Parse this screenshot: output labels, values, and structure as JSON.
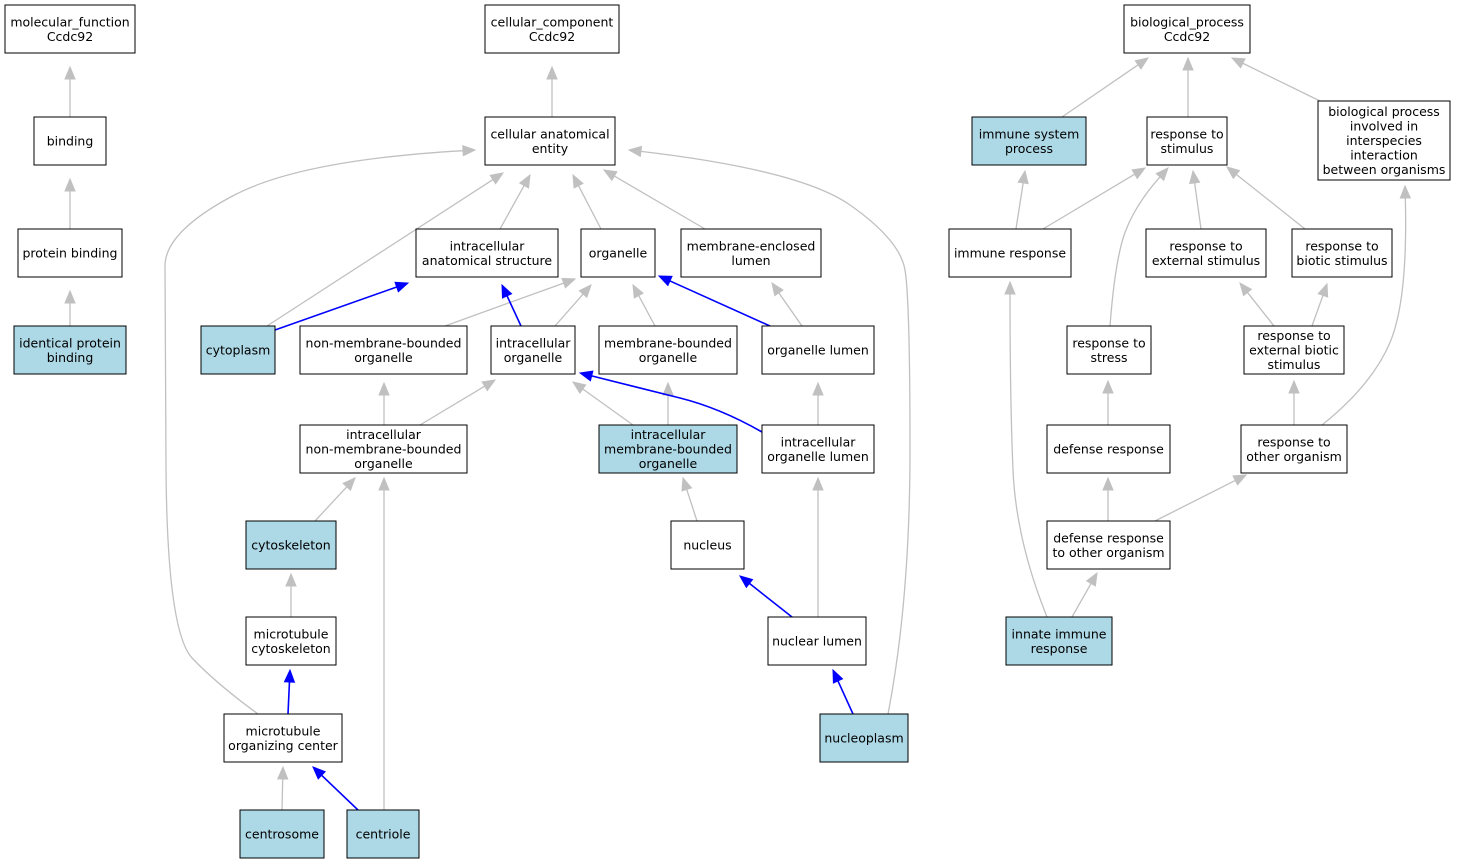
{
  "colors": {
    "highlight_fill": "#add8e6",
    "plain_fill": "#ffffff",
    "border": "#000000",
    "gray_edge": "#c0c0c0",
    "blue_edge": "#0000ff"
  },
  "nodes": {
    "mf_root": {
      "lines": [
        "molecular_function",
        "Ccdc92"
      ],
      "highlight": false
    },
    "binding": {
      "lines": [
        "binding"
      ],
      "highlight": false
    },
    "protein_binding": {
      "lines": [
        "protein binding"
      ],
      "highlight": false
    },
    "identical_protein_binding": {
      "lines": [
        "identical protein",
        "binding"
      ],
      "highlight": true
    },
    "cc_root": {
      "lines": [
        "cellular_component",
        "Ccdc92"
      ],
      "highlight": false
    },
    "cellular_anatomical_entity": {
      "lines": [
        "cellular anatomical",
        "entity"
      ],
      "highlight": false
    },
    "intracellular_anatomical_structure": {
      "lines": [
        "intracellular",
        "anatomical structure"
      ],
      "highlight": false
    },
    "organelle": {
      "lines": [
        "organelle"
      ],
      "highlight": false
    },
    "membrane_enclosed_lumen": {
      "lines": [
        "membrane-enclosed",
        "lumen"
      ],
      "highlight": false
    },
    "cytoplasm": {
      "lines": [
        "cytoplasm"
      ],
      "highlight": true
    },
    "non_membrane_bounded_organelle": {
      "lines": [
        "non-membrane-bounded",
        "organelle"
      ],
      "highlight": false
    },
    "intracellular_organelle": {
      "lines": [
        "intracellular",
        "organelle"
      ],
      "highlight": false
    },
    "membrane_bounded_organelle": {
      "lines": [
        "membrane-bounded",
        "organelle"
      ],
      "highlight": false
    },
    "organelle_lumen": {
      "lines": [
        "organelle lumen"
      ],
      "highlight": false
    },
    "intracellular_nmb_organelle": {
      "lines": [
        "intracellular",
        "non-membrane-bounded",
        "organelle"
      ],
      "highlight": false
    },
    "intracellular_mb_organelle": {
      "lines": [
        "intracellular",
        "membrane-bounded",
        "organelle"
      ],
      "highlight": true
    },
    "intracellular_organelle_lumen": {
      "lines": [
        "intracellular",
        "organelle lumen"
      ],
      "highlight": false
    },
    "cytoskeleton": {
      "lines": [
        "cytoskeleton"
      ],
      "highlight": true
    },
    "nucleus": {
      "lines": [
        "nucleus"
      ],
      "highlight": false
    },
    "microtubule_cytoskeleton": {
      "lines": [
        "microtubule",
        "cytoskeleton"
      ],
      "highlight": false
    },
    "nuclear_lumen": {
      "lines": [
        "nuclear lumen"
      ],
      "highlight": false
    },
    "microtubule_organizing_center": {
      "lines": [
        "microtubule",
        "organizing center"
      ],
      "highlight": false
    },
    "nucleoplasm": {
      "lines": [
        "nucleoplasm"
      ],
      "highlight": true
    },
    "centrosome": {
      "lines": [
        "centrosome"
      ],
      "highlight": true
    },
    "centriole": {
      "lines": [
        "centriole"
      ],
      "highlight": true
    },
    "bp_root": {
      "lines": [
        "biological_process",
        "Ccdc92"
      ],
      "highlight": false
    },
    "immune_system_process": {
      "lines": [
        "immune system",
        "process"
      ],
      "highlight": true
    },
    "response_to_stimulus": {
      "lines": [
        "response to",
        "stimulus"
      ],
      "highlight": false
    },
    "bp_interspecies": {
      "lines": [
        "biological process",
        "involved in",
        "interspecies",
        "interaction",
        "between organisms"
      ],
      "highlight": false
    },
    "immune_response": {
      "lines": [
        "immune response"
      ],
      "highlight": false
    },
    "response_to_external_stimulus": {
      "lines": [
        "response to",
        "external stimulus"
      ],
      "highlight": false
    },
    "response_to_biotic_stimulus": {
      "lines": [
        "response to",
        "biotic stimulus"
      ],
      "highlight": false
    },
    "response_to_stress": {
      "lines": [
        "response to",
        "stress"
      ],
      "highlight": false
    },
    "response_to_external_biotic_stimulus": {
      "lines": [
        "response to",
        "external biotic",
        "stimulus"
      ],
      "highlight": false
    },
    "defense_response": {
      "lines": [
        "defense response"
      ],
      "highlight": false
    },
    "response_to_other_organism": {
      "lines": [
        "response to",
        "other organism"
      ],
      "highlight": false
    },
    "defense_response_to_other_organism": {
      "lines": [
        "defense response",
        "to other organism"
      ],
      "highlight": false
    },
    "innate_immune_response": {
      "lines": [
        "innate immune",
        "response"
      ],
      "highlight": true
    }
  },
  "edges": [
    {
      "from": "binding",
      "to": "mf_root",
      "relation": "is_a"
    },
    {
      "from": "protein_binding",
      "to": "binding",
      "relation": "is_a"
    },
    {
      "from": "identical_protein_binding",
      "to": "protein_binding",
      "relation": "is_a"
    },
    {
      "from": "cellular_anatomical_entity",
      "to": "cc_root",
      "relation": "is_a"
    },
    {
      "from": "intracellular_anatomical_structure",
      "to": "cellular_anatomical_entity",
      "relation": "is_a"
    },
    {
      "from": "organelle",
      "to": "cellular_anatomical_entity",
      "relation": "is_a"
    },
    {
      "from": "membrane_enclosed_lumen",
      "to": "cellular_anatomical_entity",
      "relation": "is_a"
    },
    {
      "from": "cytoplasm",
      "to": "cellular_anatomical_entity",
      "relation": "is_a"
    },
    {
      "from": "cytoplasm",
      "to": "intracellular_anatomical_structure",
      "relation": "part_of"
    },
    {
      "from": "microtubule_organizing_center",
      "to": "cellular_anatomical_entity",
      "relation": "is_a"
    },
    {
      "from": "nucleoplasm",
      "to": "cellular_anatomical_entity",
      "relation": "is_a"
    },
    {
      "from": "non_membrane_bounded_organelle",
      "to": "organelle",
      "relation": "is_a"
    },
    {
      "from": "intracellular_organelle",
      "to": "organelle",
      "relation": "is_a"
    },
    {
      "from": "intracellular_organelle",
      "to": "intracellular_anatomical_structure",
      "relation": "part_of"
    },
    {
      "from": "membrane_bounded_organelle",
      "to": "organelle",
      "relation": "is_a"
    },
    {
      "from": "organelle_lumen",
      "to": "organelle",
      "relation": "part_of"
    },
    {
      "from": "organelle_lumen",
      "to": "membrane_enclosed_lumen",
      "relation": "is_a"
    },
    {
      "from": "intracellular_nmb_organelle",
      "to": "non_membrane_bounded_organelle",
      "relation": "is_a"
    },
    {
      "from": "intracellular_nmb_organelle",
      "to": "intracellular_organelle",
      "relation": "is_a"
    },
    {
      "from": "intracellular_mb_organelle",
      "to": "intracellular_organelle",
      "relation": "is_a"
    },
    {
      "from": "intracellular_mb_organelle",
      "to": "membrane_bounded_organelle",
      "relation": "is_a"
    },
    {
      "from": "intracellular_organelle_lumen",
      "to": "intracellular_organelle",
      "relation": "part_of"
    },
    {
      "from": "intracellular_organelle_lumen",
      "to": "organelle_lumen",
      "relation": "is_a"
    },
    {
      "from": "cytoskeleton",
      "to": "intracellular_nmb_organelle",
      "relation": "is_a"
    },
    {
      "from": "centriole",
      "to": "intracellular_nmb_organelle",
      "relation": "is_a"
    },
    {
      "from": "nucleus",
      "to": "intracellular_mb_organelle",
      "relation": "is_a"
    },
    {
      "from": "microtubule_cytoskeleton",
      "to": "cytoskeleton",
      "relation": "is_a"
    },
    {
      "from": "nuclear_lumen",
      "to": "nucleus",
      "relation": "part_of"
    },
    {
      "from": "nuclear_lumen",
      "to": "intracellular_organelle_lumen",
      "relation": "is_a"
    },
    {
      "from": "microtubule_organizing_center",
      "to": "microtubule_cytoskeleton",
      "relation": "part_of"
    },
    {
      "from": "nucleoplasm",
      "to": "nuclear_lumen",
      "relation": "part_of"
    },
    {
      "from": "centrosome",
      "to": "microtubule_organizing_center",
      "relation": "is_a"
    },
    {
      "from": "centriole",
      "to": "microtubule_organizing_center",
      "relation": "part_of"
    },
    {
      "from": "immune_system_process",
      "to": "bp_root",
      "relation": "is_a"
    },
    {
      "from": "response_to_stimulus",
      "to": "bp_root",
      "relation": "is_a"
    },
    {
      "from": "bp_interspecies",
      "to": "bp_root",
      "relation": "is_a"
    },
    {
      "from": "immune_response",
      "to": "immune_system_process",
      "relation": "is_a"
    },
    {
      "from": "immune_response",
      "to": "response_to_stimulus",
      "relation": "is_a"
    },
    {
      "from": "response_to_external_stimulus",
      "to": "response_to_stimulus",
      "relation": "is_a"
    },
    {
      "from": "response_to_biotic_stimulus",
      "to": "response_to_stimulus",
      "relation": "is_a"
    },
    {
      "from": "response_to_stress",
      "to": "response_to_stimulus",
      "relation": "is_a"
    },
    {
      "from": "response_to_external_biotic_stimulus",
      "to": "response_to_external_stimulus",
      "relation": "is_a"
    },
    {
      "from": "response_to_external_biotic_stimulus",
      "to": "response_to_biotic_stimulus",
      "relation": "is_a"
    },
    {
      "from": "response_to_other_organism",
      "to": "response_to_external_biotic_stimulus",
      "relation": "is_a"
    },
    {
      "from": "response_to_other_organism",
      "to": "bp_interspecies",
      "relation": "is_a"
    },
    {
      "from": "defense_response",
      "to": "response_to_stress",
      "relation": "is_a"
    },
    {
      "from": "defense_response_to_other_organism",
      "to": "defense_response",
      "relation": "is_a"
    },
    {
      "from": "defense_response_to_other_organism",
      "to": "response_to_other_organism",
      "relation": "is_a"
    },
    {
      "from": "innate_immune_response",
      "to": "defense_response_to_other_organism",
      "relation": "is_a"
    },
    {
      "from": "innate_immune_response",
      "to": "immune_response",
      "relation": "is_a"
    }
  ]
}
